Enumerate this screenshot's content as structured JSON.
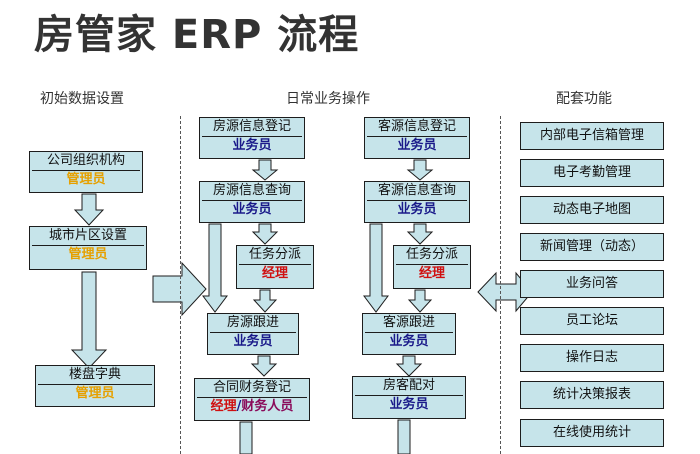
{
  "title": "房管家 ERP 流程",
  "columns": {
    "init": "初始数据设置",
    "daily": "日常业务操作",
    "extra": "配套功能"
  },
  "init_boxes": [
    {
      "label": "公司组织机构",
      "role": "管理员"
    },
    {
      "label": "城市片区设置",
      "role": "管理员"
    },
    {
      "label": "楼盘字典",
      "role": "管理员"
    }
  ],
  "house_flow": [
    {
      "label": "房源信息登记",
      "role": "业务员"
    },
    {
      "label": "房源信息查询",
      "role": "业务员"
    },
    {
      "label": "任务分派",
      "role": "经理"
    },
    {
      "label": "房源跟进",
      "role": "业务员"
    },
    {
      "label": "合同财务登记",
      "role_a": "经理",
      "role_sep": "/",
      "role_b": "财务人员"
    }
  ],
  "client_flow": [
    {
      "label": "客源信息登记",
      "role": "业务员"
    },
    {
      "label": "客源信息查询",
      "role": "业务员"
    },
    {
      "label": "任务分派",
      "role": "经理"
    },
    {
      "label": "客源跟进",
      "role": "业务员"
    },
    {
      "label": "房客配对",
      "role": "业务员"
    }
  ],
  "features": [
    "内部电子信箱管理",
    "电子考勤管理",
    "动态电子地图",
    "新闻管理（动态）",
    "业务问答",
    "员工论坛",
    "操作日志",
    "统计决策报表",
    "在线使用统计"
  ],
  "colors": {
    "box_fill": "#c6e4ea",
    "role_blue": "#1a1a8a",
    "role_orange": "#e6a000",
    "role_red": "#d01010"
  }
}
